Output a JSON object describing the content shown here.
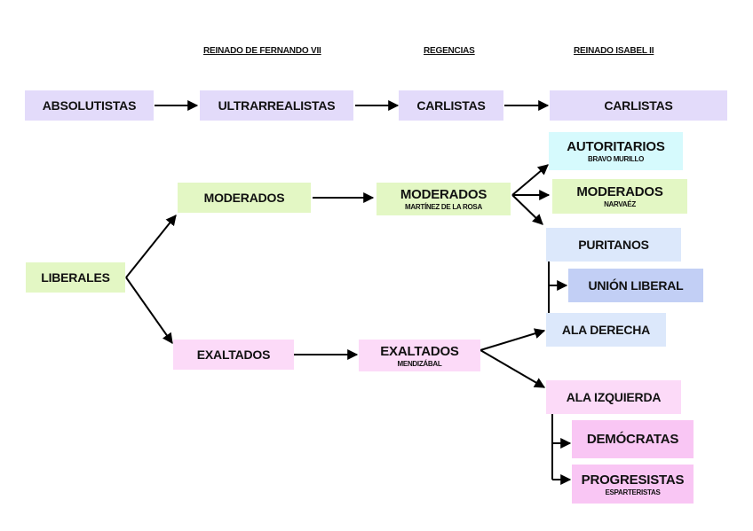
{
  "headers": {
    "fernando": "REINADO DE FERNANDO VII",
    "regencias": "REGENCIAS",
    "isabel": "REINADO ISABEL II"
  },
  "nodes": {
    "absolutistas": {
      "label": "ABSOLUTISTAS"
    },
    "ultrarrealistas": {
      "label": "ULTRARREALISTAS"
    },
    "carlistas_regencias": {
      "label": "CARLISTAS"
    },
    "carlistas_isabel": {
      "label": "CARLISTAS"
    },
    "liberales": {
      "label": "LIBERALES"
    },
    "moderados_fernando": {
      "label": "MODERADOS"
    },
    "moderados_regencias": {
      "label": "MODERADOS",
      "sub": "MARTÍNEZ DE LA ROSA"
    },
    "autoritarios": {
      "label": "AUTORITARIOS",
      "sub": "BRAVO MURILLO"
    },
    "moderados_isabel": {
      "label": "MODERADOS",
      "sub": "NARVAÉZ"
    },
    "puritanos": {
      "label": "PURITANOS"
    },
    "union_liberal": {
      "label": "UNIÓN LIBERAL"
    },
    "exaltados_fernando": {
      "label": "EXALTADOS"
    },
    "exaltados_regencias": {
      "label": "EXALTADOS",
      "sub": "MENDIZÁBAL"
    },
    "ala_derecha": {
      "label": "ALA DERECHA"
    },
    "ala_izquierda": {
      "label": "ALA IZQUIERDA"
    },
    "democratas": {
      "label": "DEMÓCRATAS"
    },
    "progresistas": {
      "label": "PROGRESISTAS",
      "sub": "ESPARTERISTAS"
    }
  },
  "colors": {
    "absolutist_family": "#e3dbfa",
    "moderate_family": "#e3f7c4",
    "authoritarian": "#d6fafd",
    "puritan_family": "#dce8fb",
    "union_liberal": "#c2cff5",
    "exalted_family": "#fcdaf8",
    "left_subgroups": "#f9c6f4",
    "arrow": "#000000"
  }
}
